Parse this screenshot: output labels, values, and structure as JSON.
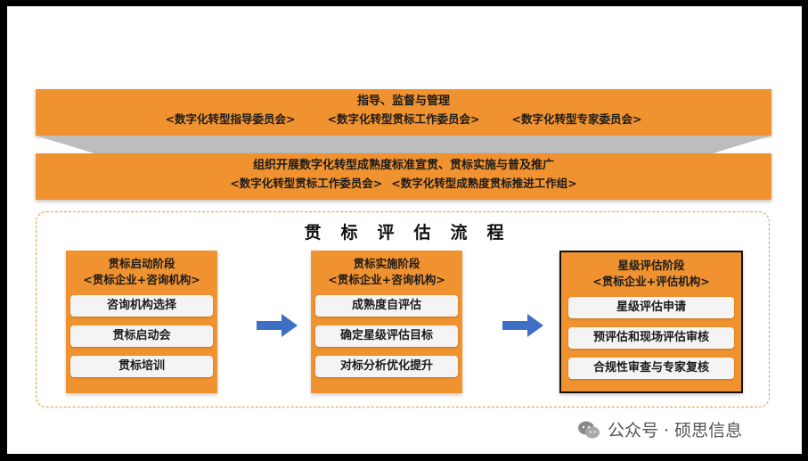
{
  "top_band": {
    "title": "指导、监督与管理",
    "items": [
      "<数字化转型指导委员会>",
      "<数字化转型贯标工作委员会>",
      "<数字化转型专家委员会>"
    ]
  },
  "mid_band": {
    "title": "组织开展数字化转型成熟度标准宣贯、贯标实施与普及推广",
    "items": [
      "<数字化转型贯标工作委员会>",
      "<数字化转型成熟度贯标推进工作组>"
    ]
  },
  "flow": {
    "title": "贯标评估流程",
    "stages": [
      {
        "name": "贯标启动阶段",
        "party": "<贯标企业+咨询机构>",
        "steps": [
          "咨询机构选择",
          "贯标启动会",
          "贯标培训"
        ]
      },
      {
        "name": "贯标实施阶段",
        "party": "<贯标企业+咨询机构>",
        "steps": [
          "成熟度自评估",
          "确定星级评估目标",
          "对标分析优化提升"
        ]
      },
      {
        "name": "星级评估阶段",
        "party": "<贯标企业+评估机构>",
        "steps": [
          "星级评估申请",
          "预评估和现场评估审核",
          "合规性审查与专家复核"
        ]
      }
    ]
  },
  "colors": {
    "accent": "#f0922f",
    "arrow": "#3f6fc4",
    "funnel": "#bdbdbd"
  },
  "icons": {
    "arrow": "right-arrow-icon",
    "watermark": "wechat-icon"
  },
  "watermark": {
    "text": "公众号 · 硕思信息"
  }
}
